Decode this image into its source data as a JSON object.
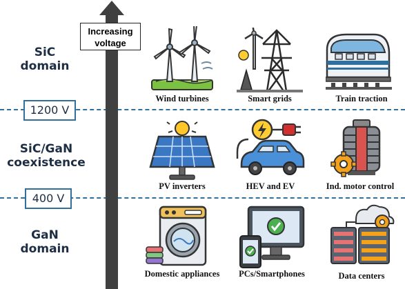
{
  "domains": [
    {
      "line1": "SiC",
      "line2": "domain"
    },
    {
      "line1": "SiC/GaN",
      "line2": "coexistence"
    },
    {
      "line1": "GaN",
      "line2": "domain"
    }
  ],
  "thresholds": [
    "1200 V",
    "400 V"
  ],
  "axis": {
    "line1": "Increasing",
    "line2": "voltage"
  },
  "applications": {
    "sic": [
      "Wind turbines",
      "Smart grids",
      "Train traction"
    ],
    "coexistence": [
      "PV inverters",
      "HEV and EV",
      "Ind. motor control"
    ],
    "gan": [
      "Domestic appliances",
      "PCs/Smartphones",
      "Data centers"
    ]
  },
  "icons": {
    "sic": [
      "wind-turbine-icon",
      "power-pylon-icon",
      "bullet-train-icon"
    ],
    "coexistence": [
      "solar-panel-icon",
      "electric-car-icon",
      "electric-motor-icon"
    ],
    "gan": [
      "washing-machine-icon",
      "computer-phone-icon",
      "server-rack-icon"
    ]
  },
  "colors": {
    "divider": "#2e6f9e",
    "arrow": "#404040",
    "text": "#1d2d44"
  }
}
